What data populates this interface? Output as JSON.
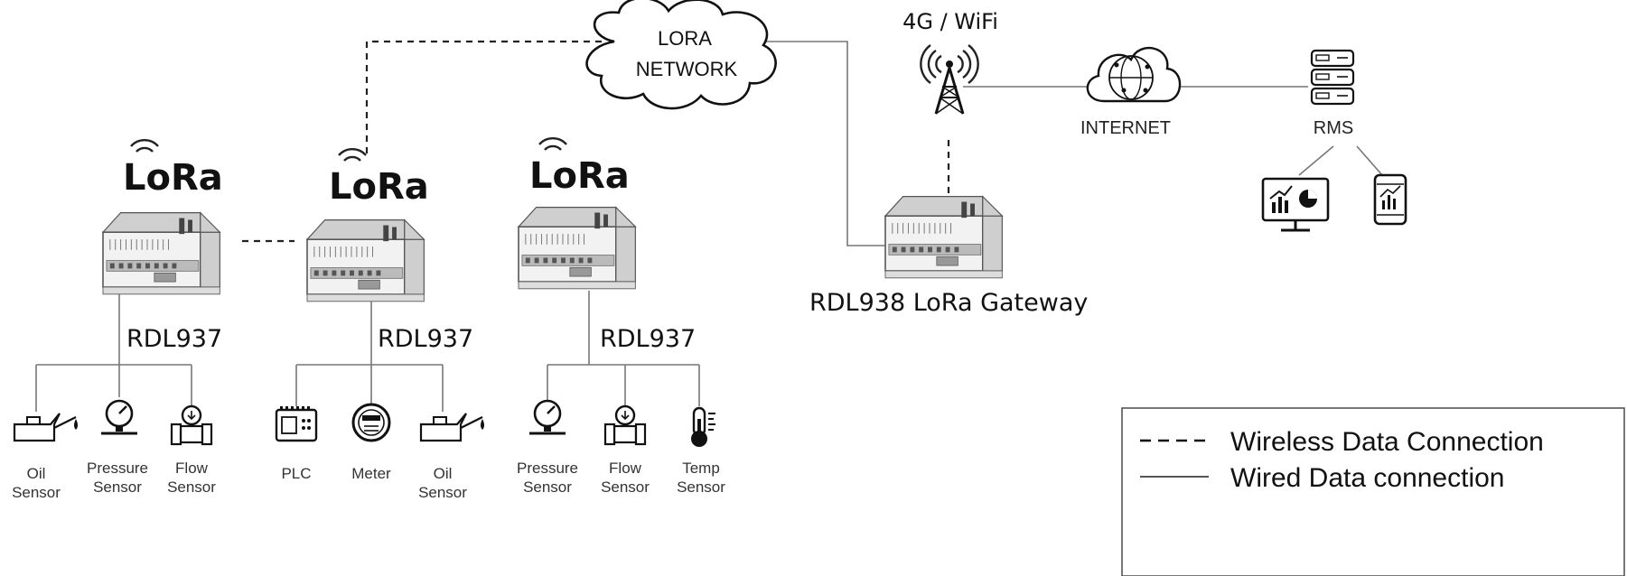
{
  "network": {
    "line1": "LORA",
    "line2": "NETWORK"
  },
  "uplink": "4G / WiFi",
  "internet": "INTERNET",
  "rms": "RMS",
  "lora_logo": "LoRa",
  "nodes": [
    {
      "label": "RDL937",
      "sensors": [
        [
          "Oil",
          "Sensor"
        ],
        [
          "Pressure",
          "Sensor"
        ],
        [
          "Flow",
          "Sensor"
        ]
      ]
    },
    {
      "label": "RDL937",
      "sensors": [
        [
          "PLC",
          ""
        ],
        [
          "Meter",
          ""
        ],
        [
          "Oil",
          "Sensor"
        ]
      ]
    },
    {
      "label": "RDL937",
      "sensors": [
        [
          "Pressure",
          "Sensor"
        ],
        [
          "Flow",
          "Sensor"
        ],
        [
          "Temp",
          "Sensor"
        ]
      ]
    }
  ],
  "gateway": "RDL938 LoRa Gateway",
  "legend": {
    "wireless": "Wireless Data Connection",
    "wired": "Wired Data connection"
  },
  "icons": {
    "sensors": [
      [
        "oil-can-icon",
        "pressure-gauge-icon",
        "flow-meter-icon"
      ],
      [
        "plc-icon",
        "meter-icon",
        "oil-can-icon"
      ],
      [
        "pressure-gauge-icon",
        "flow-meter-icon",
        "thermometer-icon"
      ]
    ],
    "other": [
      "cloud-icon",
      "antenna-tower-icon",
      "globe-cloud-icon",
      "server-icon",
      "monitor-chart-icon",
      "tablet-chart-icon",
      "lora-signal-icon",
      "din-rail-device-icon"
    ]
  }
}
